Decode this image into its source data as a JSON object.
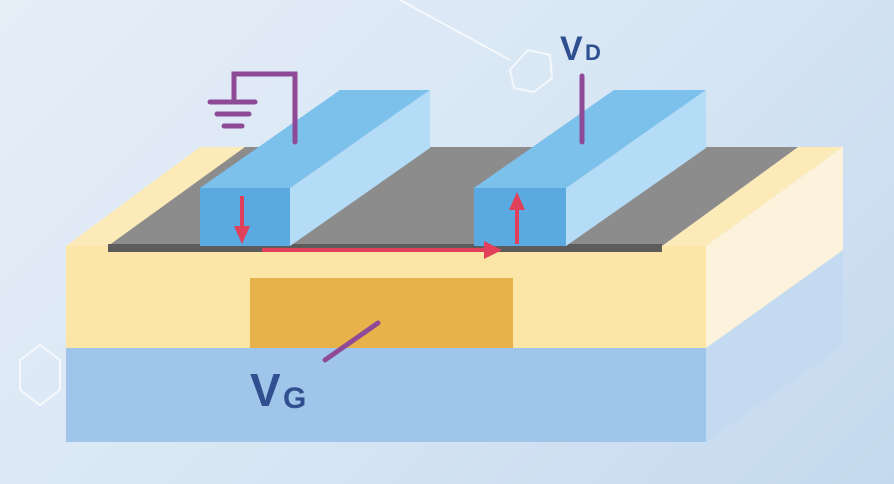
{
  "labels": {
    "drain_main": "V",
    "drain_sub": "D",
    "gate_main": "V",
    "gate_sub": "G"
  },
  "colors": {
    "electrode": "#5aa9e0",
    "channel": "#8a8a8a",
    "dielectric": "#fbe6a8",
    "gate": "#e8b24a",
    "substrate": "#9fc6ea",
    "wire": "#8e4a97",
    "arrow": "#e0405a"
  }
}
